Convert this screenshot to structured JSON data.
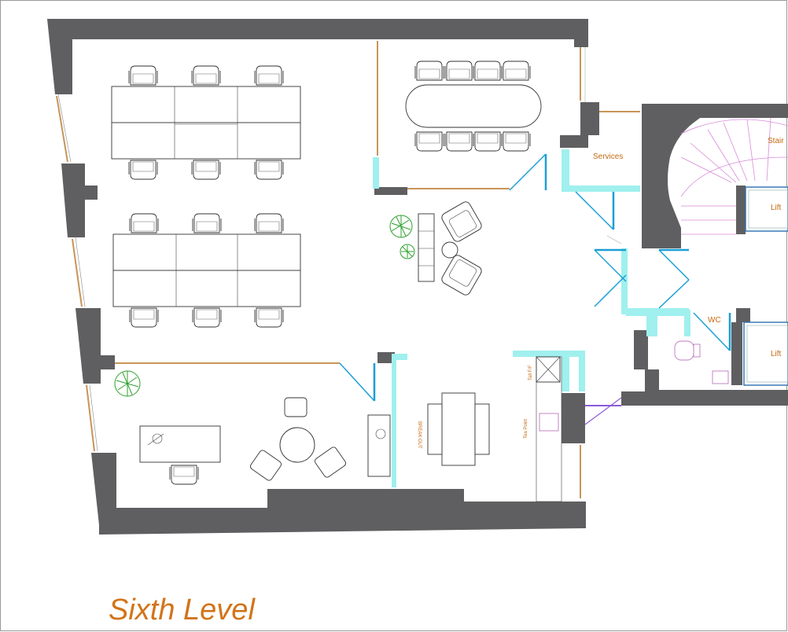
{
  "title": "Sixth Level",
  "rooms": {
    "services": "Services",
    "stair": "Stair",
    "lift_upper": "Lift",
    "lift_lower": "Lift",
    "wc": "WC",
    "break_out": "BREAK OUT",
    "tall_ff": "Tall F/F",
    "tea_point": "Tea Point"
  },
  "colors": {
    "wall": "#5f5f61",
    "glazing": "#9ff0ee",
    "door": "#1a9fd6",
    "label": "#c66a10",
    "timber": "#c99458"
  }
}
